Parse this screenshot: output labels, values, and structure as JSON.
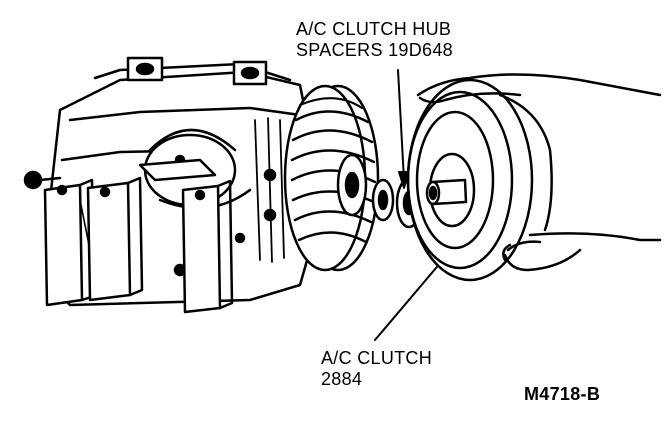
{
  "labels": {
    "spacers_line1": "A/C CLUTCH HUB",
    "spacers_line2": "SPACERS 19D648",
    "clutch_line1": "A/C CLUTCH",
    "clutch_line2": "2884",
    "figure_code": "M4718-B"
  },
  "colors": {
    "ink": "#000000",
    "paper": "#ffffff"
  }
}
